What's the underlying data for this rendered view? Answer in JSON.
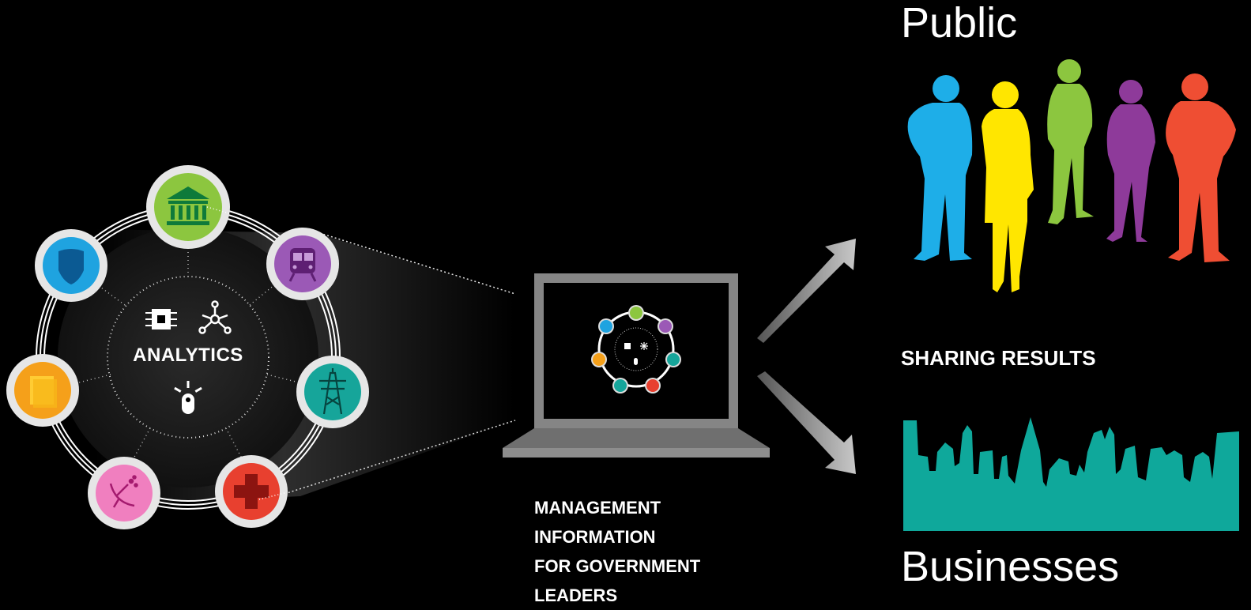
{
  "analytics_hub": {
    "title": "ANALYTICS",
    "center_icons": [
      "chip-icon",
      "network-icon",
      "sensor-icon"
    ],
    "nodes": [
      {
        "icon": "government-building-icon",
        "color": "#8cc63f"
      },
      {
        "icon": "train-icon",
        "color": "#9b59b6"
      },
      {
        "icon": "power-tower-icon",
        "color": "#16a59a"
      },
      {
        "icon": "medical-cross-icon",
        "color": "#e8402f"
      },
      {
        "icon": "satellite-dish-icon",
        "color": "#f07fbf"
      },
      {
        "icon": "document-icon",
        "color": "#f5a01a"
      },
      {
        "icon": "police-shield-icon",
        "color": "#1fa3e0"
      }
    ]
  },
  "laptop": {
    "caption_lines": [
      "MANAGEMENT",
      "INFORMATION",
      "FOR GOVERNMENT",
      "LEADERS"
    ]
  },
  "sharing": {
    "label": "SHARING RESULTS"
  },
  "public": {
    "title": "Public",
    "people_colors": [
      "#1eaee8",
      "#ffe600",
      "#8cc63f",
      "#8e3a9a",
      "#ef4e33"
    ]
  },
  "businesses": {
    "title": "Businesses",
    "skyline_color": "#0fa89b"
  }
}
